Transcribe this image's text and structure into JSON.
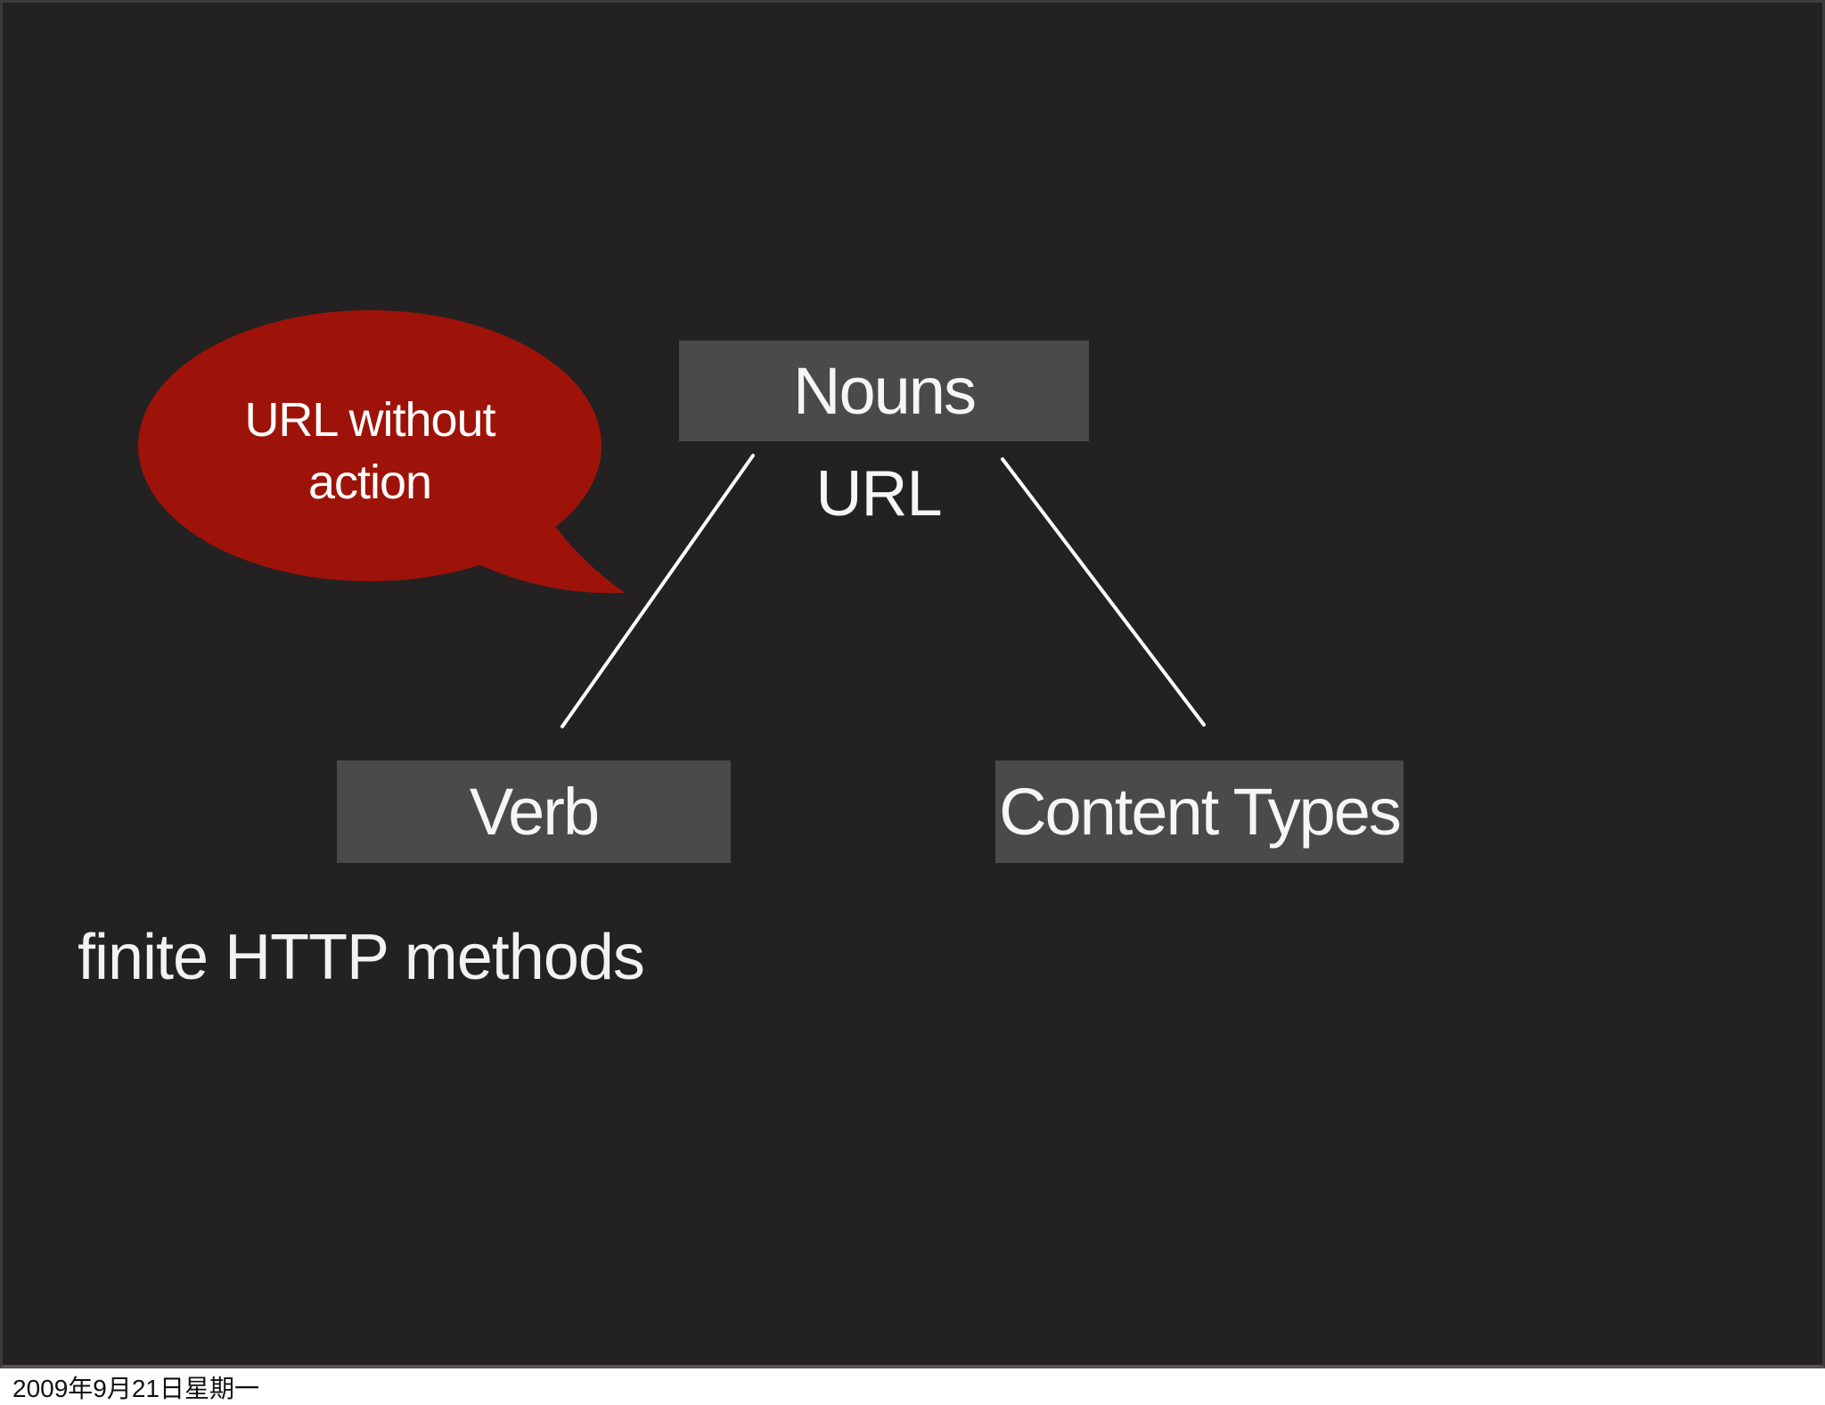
{
  "slide": {
    "nodes": {
      "nouns": {
        "label": "Nouns"
      },
      "verb": {
        "label": "Verb"
      },
      "content_types": {
        "label": "Content Types"
      }
    },
    "url_label": "URL",
    "caption": "finite HTTP methods",
    "bubble": {
      "lines": [
        "URL without",
        "action"
      ],
      "fill": "#9e1309",
      "text_color": "#ffffff"
    },
    "diagram": {
      "type": "tree",
      "root": "Nouns",
      "edges": [
        {
          "from": "Nouns",
          "to": "Verb"
        },
        {
          "from": "Nouns",
          "to": "Content Types"
        }
      ]
    },
    "colors": {
      "background": "#232122",
      "node_background": "#4b4949",
      "node_text": "#f7f5f5",
      "connector": "#ffffff"
    }
  },
  "footer": {
    "date": "2009年9月21日星期一",
    "background": "#ffffff",
    "text_color": "#111111"
  }
}
